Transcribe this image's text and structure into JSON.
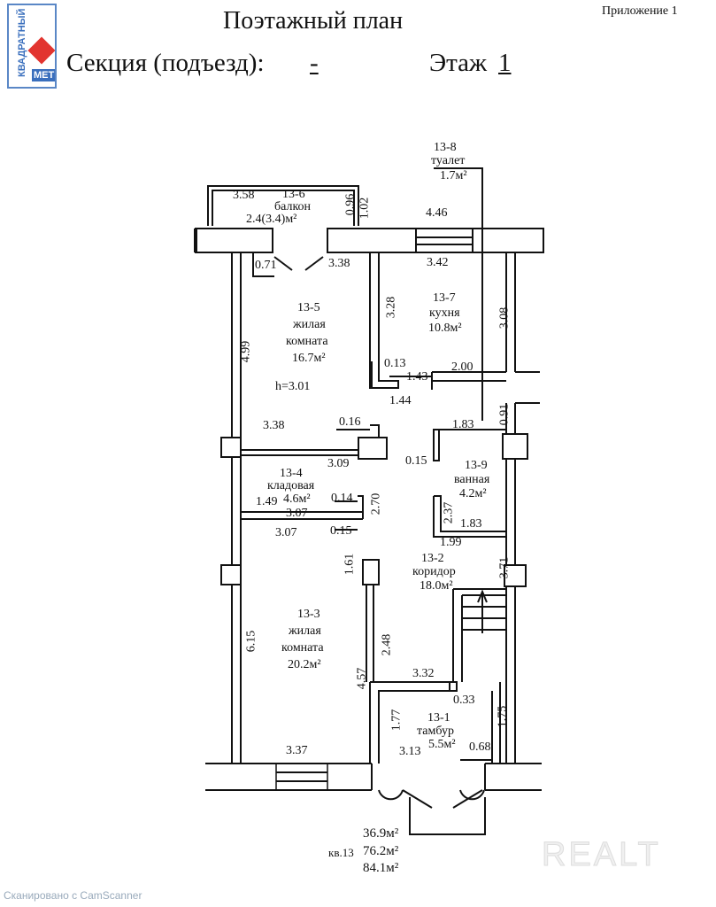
{
  "header": {
    "appendix": "Приложение 1",
    "title": "Поэтажный план",
    "section_label": "Секция (подъезд):",
    "section_value": "-",
    "floor_label": "Этаж",
    "floor_value": "1",
    "logo_top": "КВАДРАТНЫЙ",
    "logo_bottom": "МЕТР"
  },
  "rooms": {
    "r6": {
      "id": "13-6",
      "name": "балкон",
      "area": "2.4(3.4)м²"
    },
    "r8": {
      "id": "13-8",
      "name": "туалет",
      "area": "1.7м²"
    },
    "r5": {
      "id": "13-5",
      "name": "жилая",
      "name2": "комната",
      "area": "16.7м²"
    },
    "r7": {
      "id": "13-7",
      "name": "кухня",
      "area": "10.8м²"
    },
    "r9": {
      "id": "13-9",
      "name": "ванная",
      "area": "4.2м²"
    },
    "r4": {
      "id": "13-4",
      "name": "кладовая",
      "area": "4.6м²"
    },
    "r2": {
      "id": "13-2",
      "name": "коридор",
      "area": "18.0м²"
    },
    "r3": {
      "id": "13-3",
      "name": "жилая",
      "name2": "комната",
      "area": "20.2м²"
    },
    "r1": {
      "id": "13-1",
      "name": "тамбур",
      "area": "5.5м²"
    }
  },
  "height": "h=3.01",
  "dims": [
    "3.58",
    "0.96",
    "1.02",
    "4.46",
    "0.71",
    "3.38",
    "3.42",
    "4.99",
    "3.28",
    "3.08",
    "0.13",
    "1.43",
    "2.00",
    "1.44",
    "0.91",
    "3.38",
    "0.16",
    "1.83",
    "3.09",
    "0.15",
    "1.49",
    "3.07",
    "0.14",
    "2.70",
    "2.37",
    "1.83",
    "3.07",
    "0.15",
    "1.99",
    "1.61",
    "3.71",
    "6.15",
    "2.48",
    "3.32",
    "4.57",
    "0.33",
    "1.77",
    "3.13",
    "0.68",
    "1.75",
    "3.37"
  ],
  "totals": {
    "apartment": "кв.13",
    "living": "36.9м²",
    "total": "76.2м²",
    "total_with_balcony": "84.1м²"
  },
  "watermark": "REALT",
  "scanner": "Сканировано с CamScanner"
}
